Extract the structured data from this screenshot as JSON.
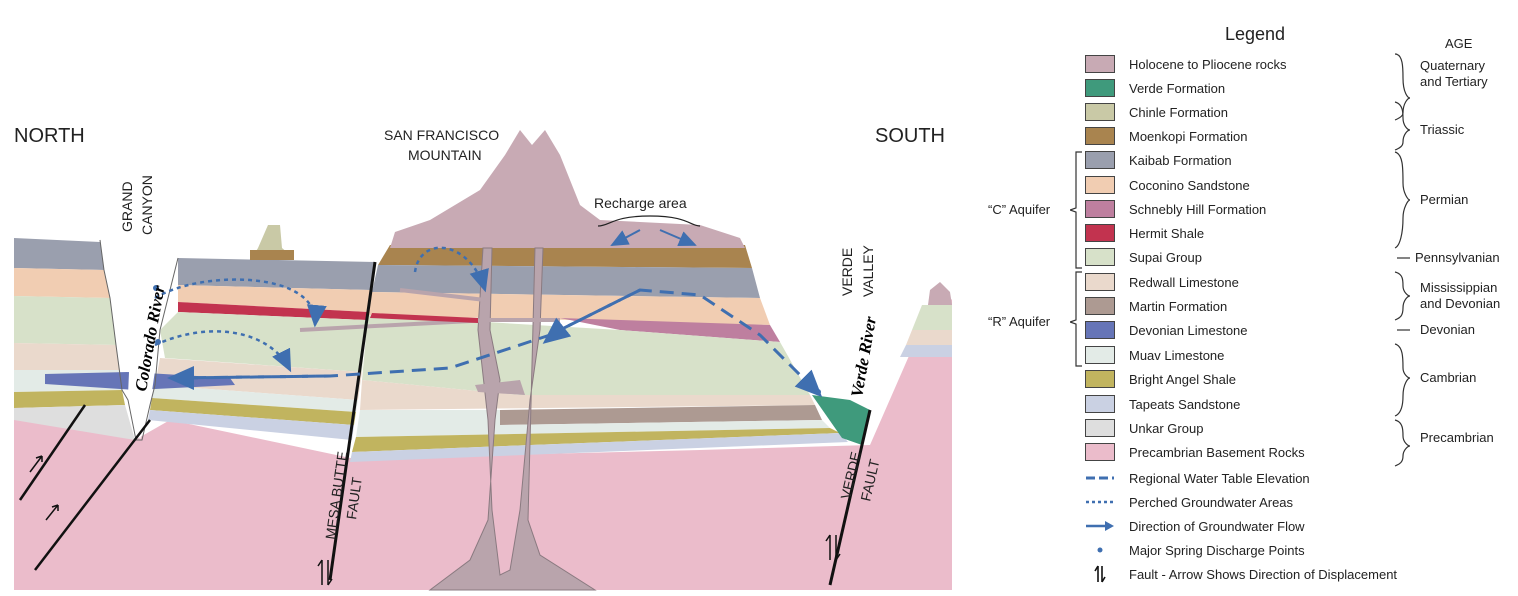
{
  "labels": {
    "north": "NORTH",
    "south": "SOUTH",
    "sf_mountain_1": "SAN FRANCISCO",
    "sf_mountain_2": "MOUNTAIN",
    "grand_canyon_1": "GRAND",
    "grand_canyon_2": "CANYON",
    "colorado_river": "Colorado River",
    "recharge_area": "Recharge area",
    "verde_valley_1": "VERDE",
    "verde_valley_2": "VALLEY",
    "verde_river": "Verde River",
    "mesa_butte_fault_1": "MESA BUTTE",
    "mesa_butte_fault_2": "FAULT",
    "verde_fault_1": "VERDE",
    "verde_fault_2": "FAULT"
  },
  "legend": {
    "title": "Legend",
    "age_title": "AGE",
    "units": [
      {
        "label": "Holocene to Pliocene rocks",
        "color": "#c8aab4"
      },
      {
        "label": "Verde Formation",
        "color": "#3f9a7c"
      },
      {
        "label": "Chinle Formation",
        "color": "#c9c9a6"
      },
      {
        "label": "Moenkopi Formation",
        "color": "#a9844f"
      },
      {
        "label": "Kaibab Formation",
        "color": "#9a9fae"
      },
      {
        "label": "Coconino Sandstone",
        "color": "#f1cdb2"
      },
      {
        "label": "Schnebly Hill Formation",
        "color": "#be7f9f"
      },
      {
        "label": "Hermit Shale",
        "color": "#c2334f"
      },
      {
        "label": "Supai Group",
        "color": "#d7e1c9"
      },
      {
        "label": "Redwall Limestone",
        "color": "#ead9cc"
      },
      {
        "label": "Martin Formation",
        "color": "#ad9a92"
      },
      {
        "label": "Devonian Limestone",
        "color": "#6675b7"
      },
      {
        "label": "Muav Limestone",
        "color": "#e3ebe7"
      },
      {
        "label": "Bright Angel Shale",
        "color": "#c1b45f"
      },
      {
        "label": "Tapeats Sandstone",
        "color": "#cad1e3"
      },
      {
        "label": "Unkar Group",
        "color": "#dedede"
      },
      {
        "label": "Precambrian Basement Rocks",
        "color": "#ebbccb"
      }
    ],
    "symbols": [
      {
        "label": "Regional Water Table Elevation",
        "icon": "dashed-line-icon"
      },
      {
        "label": "Perched Groundwater Areas",
        "icon": "dotted-line-icon"
      },
      {
        "label": "Direction of Groundwater Flow",
        "icon": "arrow-icon"
      },
      {
        "label": "Major Spring Discharge Points",
        "icon": "spring-dot-icon"
      },
      {
        "label": "Fault - Arrow Shows Direction of Displacement",
        "icon": "fault-arrows-icon"
      }
    ],
    "aquifers": [
      "“C” Aquifer",
      "“R” Aquifer"
    ],
    "ages": [
      {
        "line1": "Quaternary",
        "line2": "and Tertiary"
      },
      {
        "line1": "Triassic",
        "line2": ""
      },
      {
        "line1": "Permian",
        "line2": ""
      },
      {
        "line1": "Pennsylvanian",
        "line2": ""
      },
      {
        "line1": "Mississippian",
        "line2": "and Devonian"
      },
      {
        "line1": "Devonian",
        "line2": ""
      },
      {
        "line1": "Cambrian",
        "line2": ""
      },
      {
        "line1": "Precambrian",
        "line2": ""
      }
    ]
  },
  "colors": {
    "water_arrow": "#3f6fb0",
    "fault": "#111111"
  }
}
